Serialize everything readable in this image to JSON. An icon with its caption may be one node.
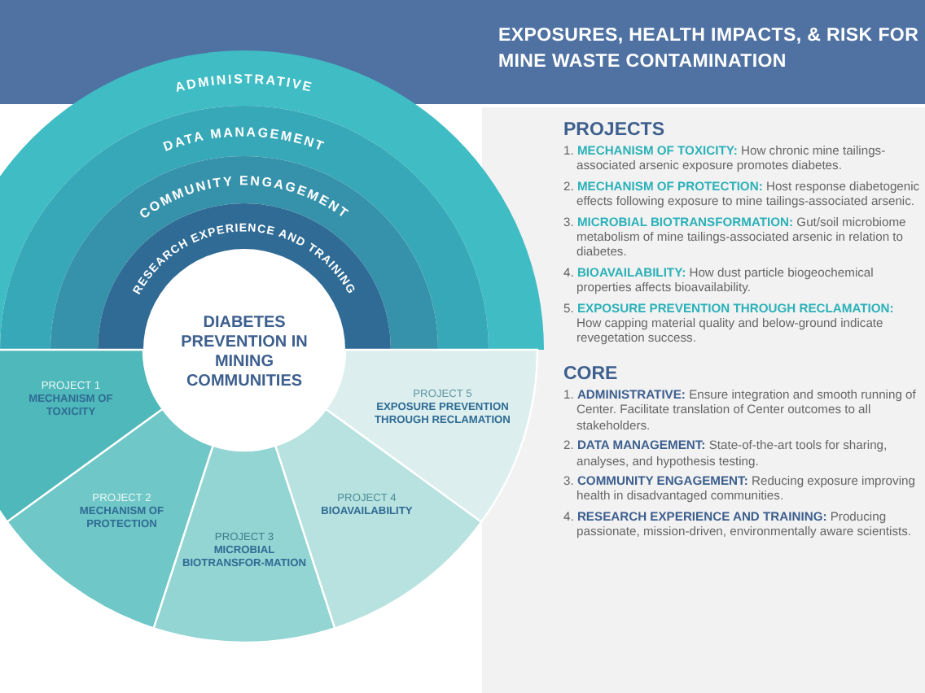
{
  "diagram": {
    "title": "EXPOSURES, HEALTH IMPACTS, & RISK FOR MINE WASTE CONTAMINATION",
    "nodes": [
      {
        "text": [
          "DIABETES PREVENTION IN MINING COMMUNITIES"
        ]
      },
      {
        "text": [
          "ADMINISTRATIVE"
        ]
      },
      {
        "text": [
          "DATA MANAGEMENT"
        ]
      },
      {
        "text": [
          "COMMUNITY ENGAGEMENT"
        ]
      },
      {
        "text": [
          "RESEARCH EXPERIENCE AND TRAINING"
        ]
      },
      {
        "text": [
          "PROJECT 1",
          "MECHANISM OF TOXICITY"
        ]
      },
      {
        "text": [
          "PROJECT 2",
          "MECHANISM OF PROTECTION"
        ]
      },
      {
        "text": [
          "PROJECT 3",
          "MICROBIAL BIOTRANSFOR-MATION"
        ]
      },
      {
        "text": [
          "PROJECT 4",
          "BIOAVAILABILITY"
        ]
      },
      {
        "text": [
          "PROJECT 5",
          "EXPOSURE PREVENTION THROUGH RECLAMATION"
        ]
      }
    ],
    "edges": [],
    "labels": [
      "PROJECTS",
      "1. **MECHANISM OF TOXICITY:** How chronic mine tailings-associated arsenic exposure promotes diabetes.",
      "2. **MECHANISM OF PROTECTION:** Host response diabetogenic effects following exposure to mine tailings-associated arsenic.",
      "3. **MICROBIAL BIOTRANSFORMATION:** Gut/soil microbiome metabolism of mine tailings-associated arsenic in relation to diabetes.",
      "4. **BIOAVAILABILITY:** How dust particle biogeochemical properties affects bioavailability.",
      "5. **EXPOSURE PREVENTION THROUGH RECLAMATION:** How capping material quality and below-ground indicate revegetation success.",
      "CORE",
      "1. **ADMINISTRATIVE:** Ensure integration and smooth running of Center. Facilitate translation of Center outcomes to all stakeholders.",
      "2. **DATA MANAGEMENT:** State-of-the-art tools for sharing, analyses, and hypothesis testing.",
      "3. **COMMUNITY ENGAGEMENT:** Reducing exposure improving health in disadvantaged communities.",
      "4. **RESEARCH EXPERIENCE AND TRAINING:** Producing passionate, mission-driven, environmentally aware scientists."
    ]
  }
}
